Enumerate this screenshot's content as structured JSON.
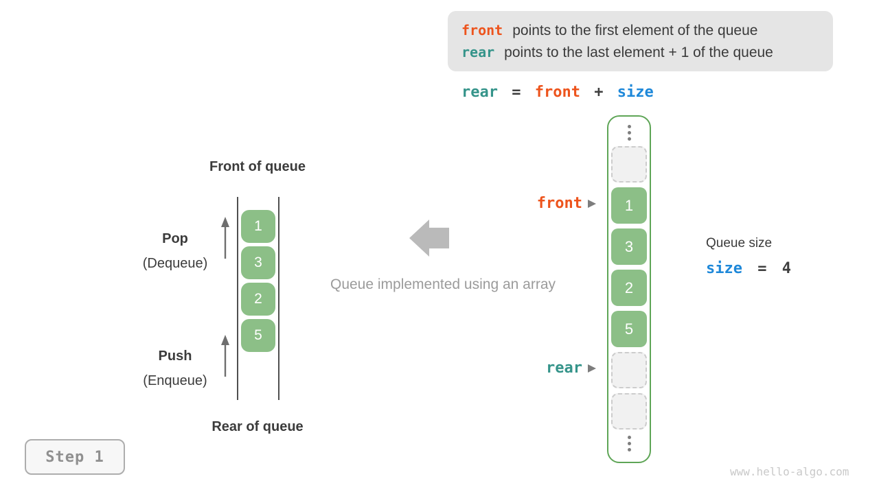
{
  "colors": {
    "green_fill": "#8CBF87",
    "green_border": "#5EA556",
    "orange_front": "#ED541D",
    "teal_rear": "#35948A",
    "blue_size": "#1E88D9",
    "text_dark": "#3B3B3B",
    "text_gray": "#9B9B9B",
    "info_box_bg": "#E5E5E5",
    "empty_cell_bg": "#F1F1F1"
  },
  "info_box": {
    "line1": {
      "code": "front",
      "text": "points to the first element of the queue"
    },
    "line2": {
      "code": "rear",
      "text": "points to the last element + 1 of the queue"
    }
  },
  "formula": {
    "lhs": "rear",
    "eq": "=",
    "mid": "front",
    "plus": "+",
    "rhs": "size"
  },
  "left_queue": {
    "front_heading": "Front of queue",
    "rear_heading": "Rear of queue",
    "pop": {
      "title": "Pop",
      "subtitle": "(Dequeue)"
    },
    "push": {
      "title": "Push",
      "subtitle": "(Enqueue)"
    },
    "values": [
      "1",
      "3",
      "2",
      "5"
    ]
  },
  "middle": {
    "caption": "Queue implemented using an array"
  },
  "array": {
    "front_label": "front",
    "rear_label": "rear",
    "cells": [
      {
        "type": "dots"
      },
      {
        "type": "empty"
      },
      {
        "type": "value",
        "value": "1",
        "pointer": "front"
      },
      {
        "type": "value",
        "value": "3"
      },
      {
        "type": "value",
        "value": "2"
      },
      {
        "type": "value",
        "value": "5"
      },
      {
        "type": "empty",
        "pointer": "rear"
      },
      {
        "type": "empty"
      },
      {
        "type": "dots"
      }
    ]
  },
  "queue_size": {
    "label": "Queue size",
    "code": "size",
    "eq": "=",
    "value": "4"
  },
  "step_badge": "Step 1",
  "watermark": "www.hello-algo.com",
  "icons": {
    "pop_arrow": "arrow-up",
    "push_arrow": "arrow-up",
    "flow_arrow": "block-arrow-left",
    "front_pointer_arrow": "arrowhead-right",
    "rear_pointer_arrow": "arrowhead-right",
    "ellipsis": "vertical-ellipsis"
  }
}
